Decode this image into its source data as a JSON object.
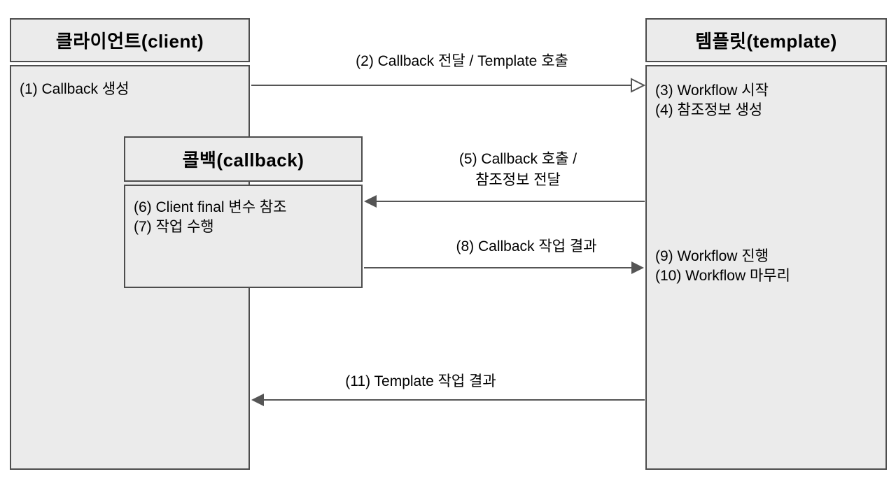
{
  "boxes": {
    "client": {
      "title": "클라이언트(client)",
      "items": [
        "(1) Callback 생성"
      ]
    },
    "template": {
      "title": "템플릿(template)",
      "items_top": [
        "(3) Workflow 시작",
        "(4) 참조정보 생성"
      ],
      "items_mid": [
        "(9) Workflow 진행",
        "(10) Workflow 마무리"
      ]
    },
    "callback": {
      "title": "콜백(callback)",
      "items": [
        "(6) Client final 변수 참조",
        "(7) 작업 수행"
      ]
    }
  },
  "arrows": [
    {
      "id": "arrow-2",
      "label_lines": [
        "(2) Callback 전달 / Template 호출"
      ],
      "from": "client",
      "to": "template",
      "direction": "right",
      "head": "hollow"
    },
    {
      "id": "arrow-5",
      "label_lines": [
        "(5) Callback 호출 /",
        "참조정보 전달"
      ],
      "from": "template",
      "to": "callback",
      "direction": "left",
      "head": "filled"
    },
    {
      "id": "arrow-8",
      "label_lines": [
        "(8) Callback 작업 결과"
      ],
      "from": "callback",
      "to": "template",
      "direction": "right",
      "head": "filled"
    },
    {
      "id": "arrow-11",
      "label_lines": [
        "(11) Template 작업 결과"
      ],
      "from": "template",
      "to": "client",
      "direction": "left",
      "head": "filled"
    }
  ],
  "colors": {
    "box_fill": "#ebebeb",
    "box_border": "#4d4d4d",
    "arrow_line": "#555555",
    "text": "#000000"
  }
}
